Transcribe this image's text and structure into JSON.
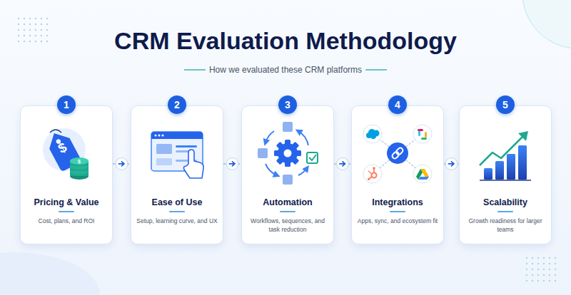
{
  "diagram": {
    "title": "CRM Evaluation Methodology",
    "caption": "How we evaluated these CRM platforms",
    "nodes": [
      {
        "text": [
          "Pricing & Value",
          "Cost, plans, and ROI"
        ]
      },
      {
        "text": [
          "Ease of Use",
          "Setup, learning curve, and UX"
        ]
      },
      {
        "text": [
          "Automation",
          "Workflows, sequences, and task reduction"
        ]
      },
      {
        "text": [
          "Integrations",
          "Apps, sync, and ecosystem fit"
        ]
      },
      {
        "text": [
          "Scalability",
          "Growth readiness for larger teams"
        ]
      }
    ],
    "edges": [
      {
        "from": 0,
        "to": 1,
        "arrow": "to"
      },
      {
        "from": 1,
        "to": 2,
        "arrow": "to"
      },
      {
        "from": 2,
        "to": 3,
        "arrow": "to"
      },
      {
        "from": 3,
        "to": 4,
        "arrow": "to"
      }
    ],
    "labels": [
      "1",
      "2",
      "3",
      "4",
      "5",
      "$",
      "$"
    ]
  }
}
